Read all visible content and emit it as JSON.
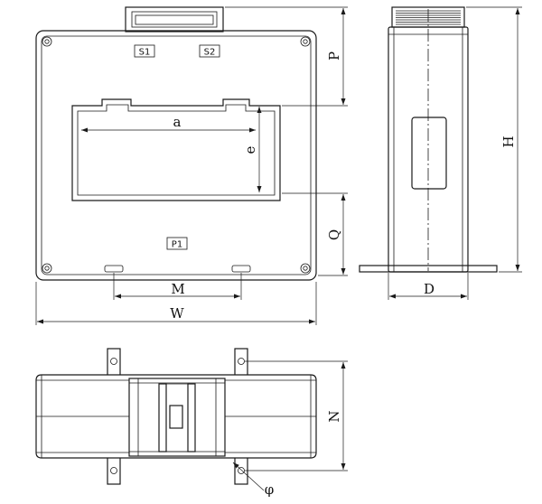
{
  "terminals": {
    "s1": "S1",
    "s2": "S2",
    "p1": "P1"
  },
  "dimensions": {
    "a": "a",
    "e": "e",
    "p": "P",
    "q": "Q",
    "m": "M",
    "w": "W",
    "h": "H",
    "d": "D",
    "n": "N",
    "phi": "φ"
  }
}
